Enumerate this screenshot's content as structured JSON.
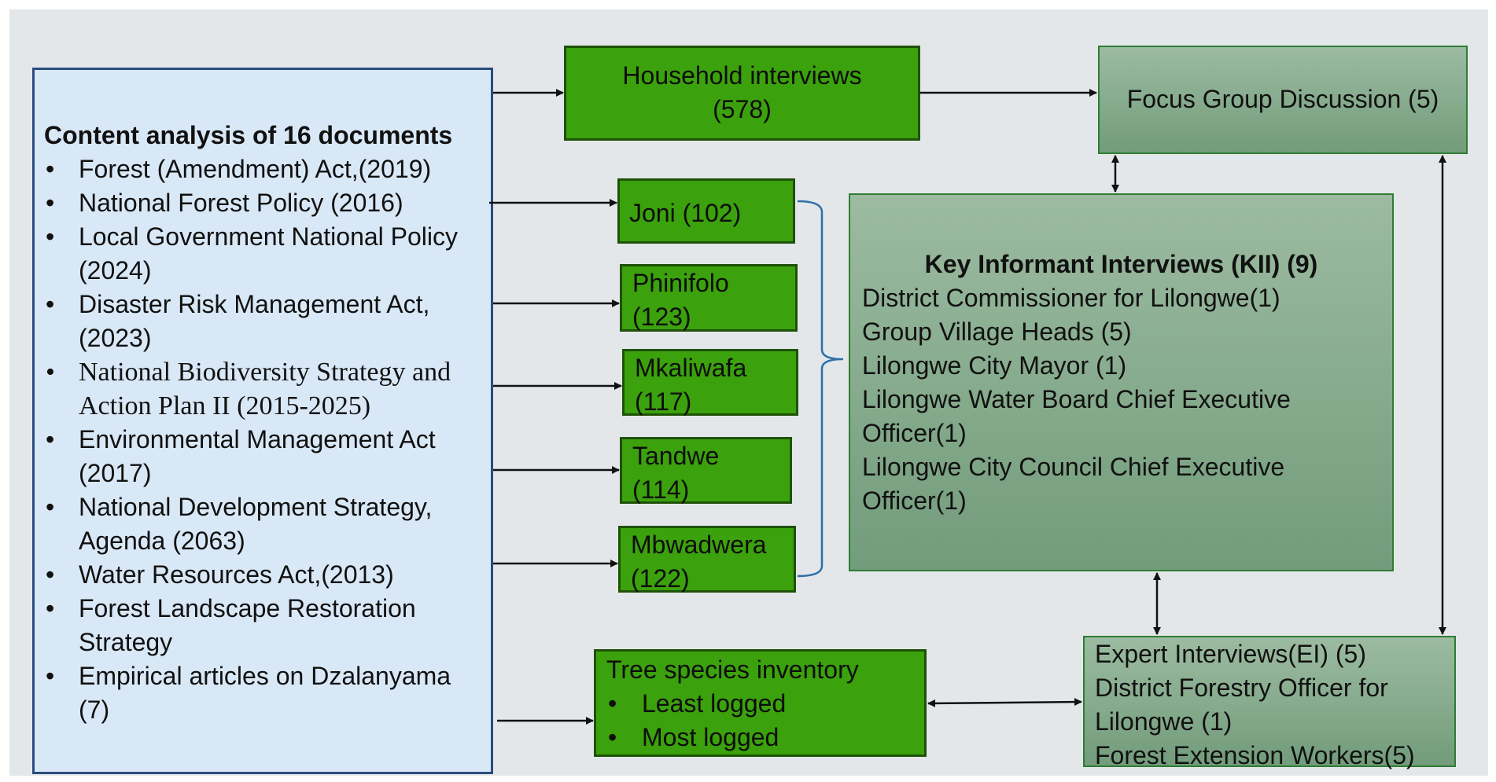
{
  "content_analysis": {
    "title": "Content analysis of 16 documents",
    "items": [
      "Forest (Amendment) Act,(2019)",
      "National Forest Policy (2016)",
      "Local Government National Policy (2024)",
      "Disaster Risk Management Act,(2023)",
      "National Biodiversity Strategy and Action Plan II (2015-2025)",
      "Environmental Management Act (2017)",
      "National Development Strategy, Agenda (2063)",
      "Water Resources Act,(2013)",
      "Forest Landscape Restoration Strategy",
      "Empirical articles on Dzalanyama (7)"
    ]
  },
  "household": {
    "label": "Household interviews",
    "count": "(578)"
  },
  "villages": {
    "joni": "Joni (102)",
    "phinifolo": {
      "name": "Phinifolo",
      "count": "(123)"
    },
    "mkaliwafa": {
      "name": "Mkaliwafa",
      "count": "(117)"
    },
    "tandwe": {
      "name": "Tandwe",
      "count": "(114)"
    },
    "mbwadwera": {
      "name": "Mbwadwera",
      "count": "(122)"
    }
  },
  "tree_inventory": {
    "title": "Tree species inventory",
    "items": [
      "Least logged",
      "Most logged"
    ]
  },
  "fgd": {
    "label": "Focus Group Discussion (5)"
  },
  "kii": {
    "title": "Key Informant Interviews (KII) (9)",
    "lines": [
      "District Commissioner  for Lilongwe(1)",
      "Group Village Heads (5)",
      "Lilongwe City Mayor (1)",
      "Lilongwe Water Board Chief Executive Officer(1)",
      "Lilongwe City Council Chief Executive Officer(1)"
    ]
  },
  "expert": {
    "lines": [
      "Expert Interviews(EI) (5)",
      "District Forestry Officer for Lilongwe (1)",
      "Forest Extension Workers(5)"
    ]
  },
  "colors": {
    "background": "#e4e7ea",
    "content_box_fill": "#d9e8f6",
    "content_box_border": "#2b4c7e",
    "green_box_fill": "#3ba10c",
    "sage_box_fill": "#8fb496",
    "brace": "#2e6fa8"
  }
}
